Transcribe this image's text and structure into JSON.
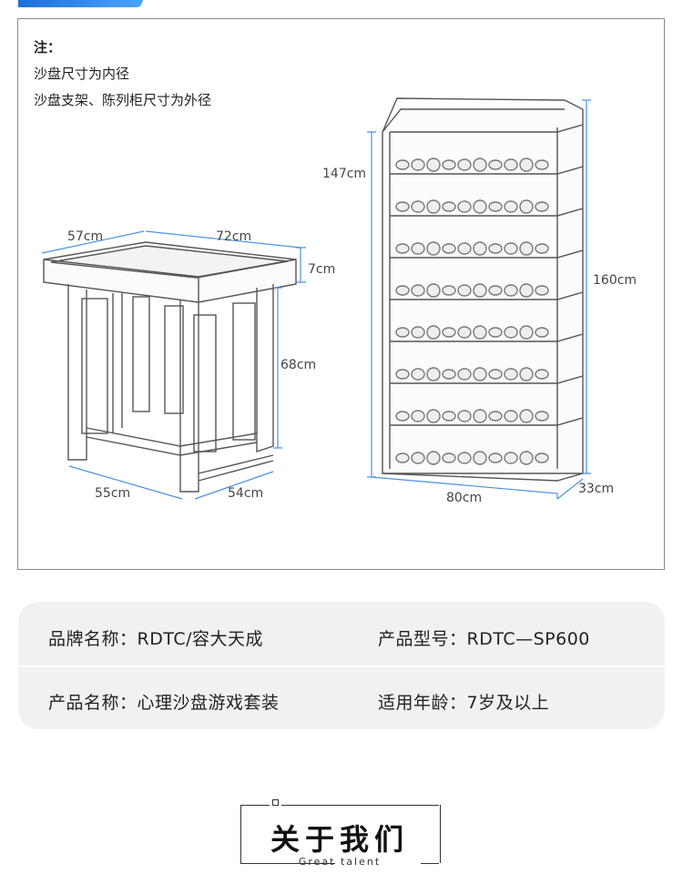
{
  "notes": {
    "head": "注：",
    "line1": "沙盘尺寸为内径",
    "line2": "沙盘支架、陈列柜尺寸为外径"
  },
  "dimensions": {
    "tray_depth": "57cm",
    "tray_width": "72cm",
    "tray_height": "7cm",
    "stand_height": "68cm",
    "stand_width": "55cm",
    "stand_depth": "54cm",
    "shelf_inner_height": "147cm",
    "shelf_height": "160cm",
    "shelf_width": "80cm",
    "shelf_depth": "33cm"
  },
  "specs": {
    "brand_label": "品牌名称：RDTC/容大天成",
    "model_label": "产品型号：RDTC—SP600",
    "product_label": "产品名称：心理沙盘游戏套装",
    "age_label": "适用年龄：7岁及以上"
  },
  "about": {
    "title": "关于我们",
    "subtitle": "Great talent"
  },
  "colors": {
    "dimension_line": "#4a90e2",
    "header_bar": "#1b6fd6",
    "spec_background": "#f1f1f1"
  }
}
